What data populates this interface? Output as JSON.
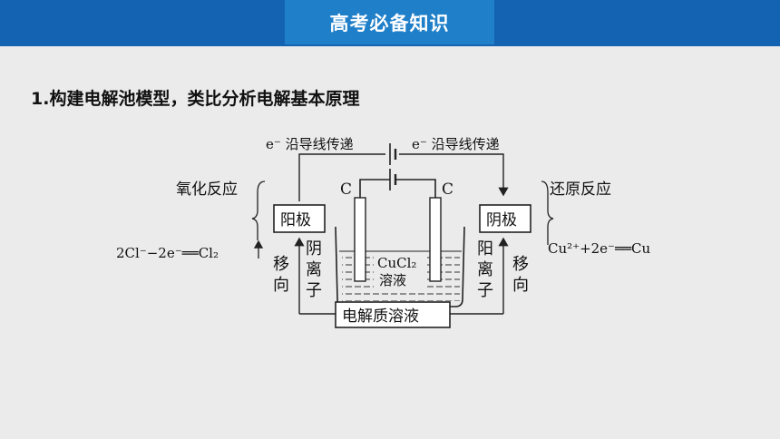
{
  "header": {
    "title": "高考必备知识"
  },
  "heading": "1.构建电解池模型，类比分析电解基本原理",
  "diagram": {
    "electron_left": "e⁻ 沿导线传递",
    "electron_right": "e⁻ 沿导线传递",
    "anode": "阳极",
    "cathode": "阴极",
    "oxidation": "氧化反应",
    "reduction": "还原反应",
    "electrode_left": "C",
    "electrode_right": "C",
    "anode_equation": "2Cl⁻−2e⁻══Cl₂",
    "cathode_equation": "Cu²⁺+2e⁻══Cu",
    "solution_line1": "CuCl₂",
    "solution_line2": "溶液",
    "move_left": "移向",
    "move_right": "移向",
    "anion": "阴离子",
    "cation": "阳离子",
    "electrolyte": "电解质溶液"
  }
}
